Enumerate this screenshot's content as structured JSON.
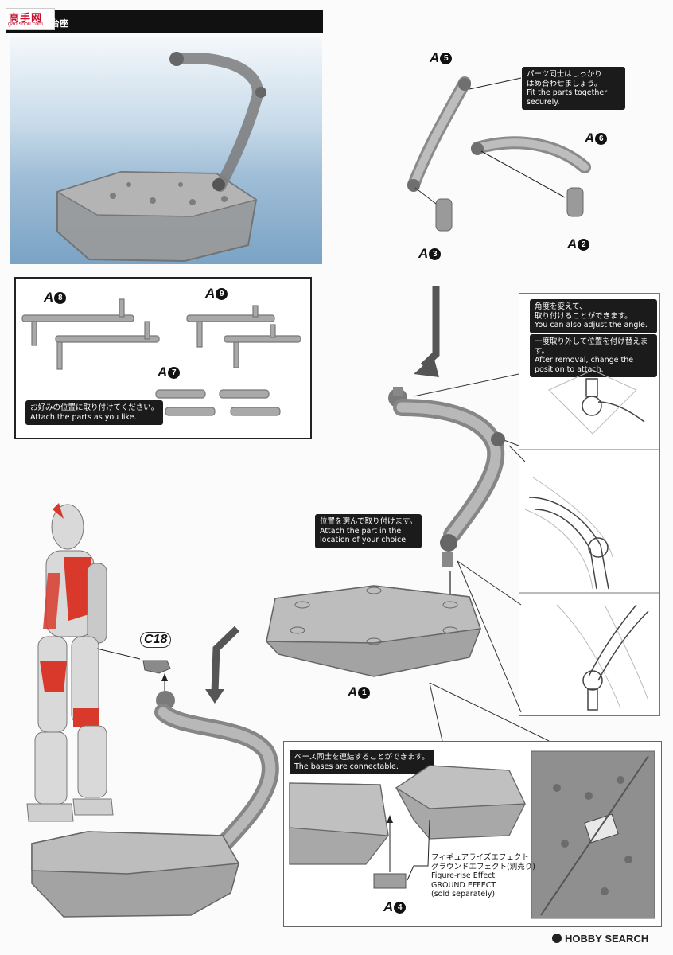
{
  "header": {
    "site_logo_main": "高手网",
    "site_logo_sub": "gao.shou.com",
    "title": "台座"
  },
  "parts": {
    "a5": {
      "letter": "A",
      "num": "5"
    },
    "a6": {
      "letter": "A",
      "num": "6"
    },
    "a2": {
      "letter": "A",
      "num": "2"
    },
    "a3": {
      "letter": "A",
      "num": "3"
    },
    "a8": {
      "letter": "A",
      "num": "8"
    },
    "a9": {
      "letter": "A",
      "num": "9"
    },
    "a7": {
      "letter": "A",
      "num": "7"
    },
    "a1": {
      "letter": "A",
      "num": "1"
    },
    "a4": {
      "letter": "A",
      "num": "4"
    },
    "c18": "C18"
  },
  "notes": {
    "fit_jp": "パーツ同士はしっかり\nはめ合わせましょう。",
    "fit_en": "Fit the parts together\nsecurely.",
    "attach_like_jp": "お好みの位置に取り付けてください。",
    "attach_like_en": "Attach the parts as you like.",
    "angle_jp": "角度を変えて、\n取り付けることができます。",
    "angle_en": "You can also adjust the angle.",
    "removal_jp": "一度取り外して位置を付け替えます。",
    "removal_en": "After removal, change the\nposition to attach.",
    "location_jp": "位置を選んで取り付けます。",
    "location_en": "Attach the part in the\nlocation of your choice.",
    "connect_jp": "ベース同士を連結することができます。",
    "connect_en": "The bases are connectable."
  },
  "ground_effect": {
    "line1": "フィギュアライズエフェクト",
    "line2": "グラウンドエフェクト(別売り)",
    "line3": "Figure-rise Effect",
    "line4": "GROUND EFFECT",
    "line5": "(sold separately)"
  },
  "footer": {
    "logo": "HOBBY SEARCH"
  },
  "colors": {
    "note_bg": "#1b1b1b",
    "clear_part": "#8a8a8a",
    "figure_red": "#d8392b",
    "figure_silver": "#d9d9d9",
    "photo_sky": "#9fbdd6"
  }
}
